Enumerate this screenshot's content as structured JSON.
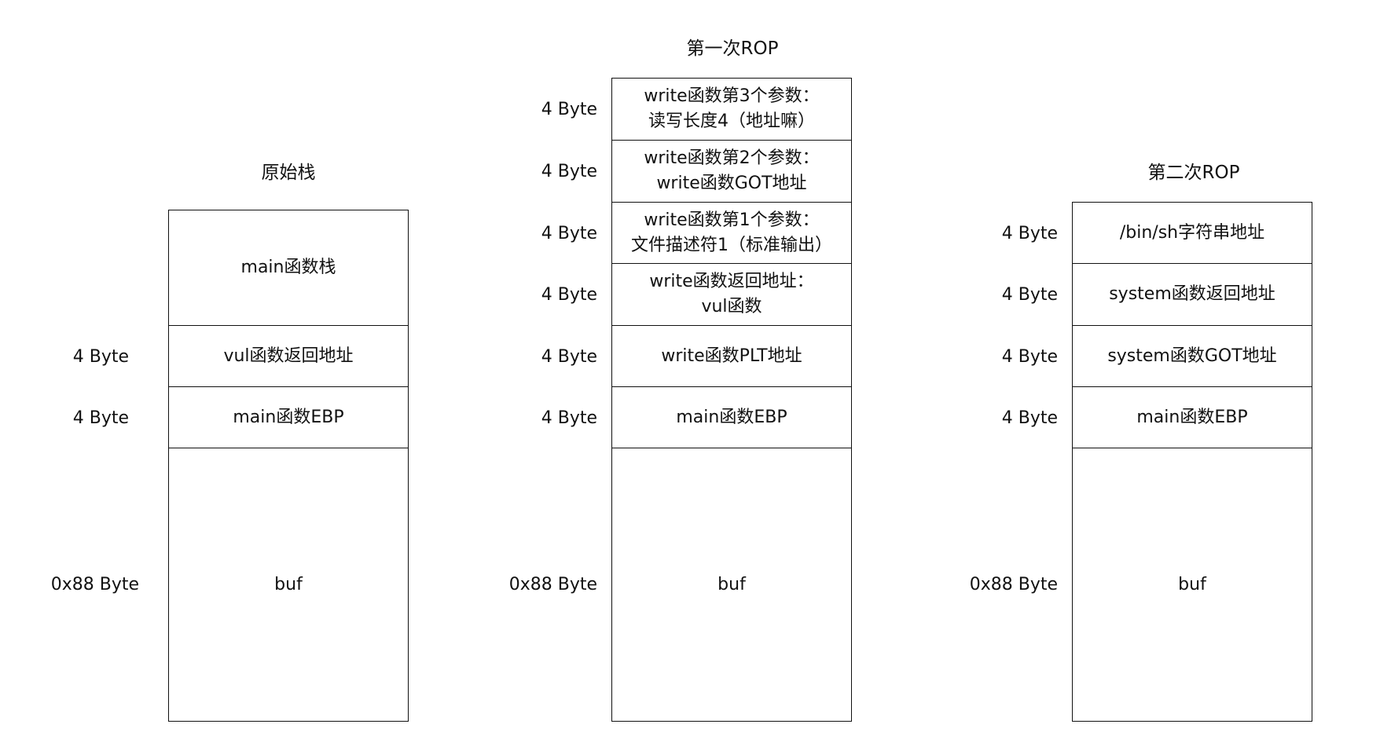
{
  "stacks": [
    {
      "title": "原始栈",
      "cells": [
        {
          "text": "main函数栈",
          "size": ""
        },
        {
          "text": "vul函数返回地址",
          "size": "4 Byte"
        },
        {
          "text": "main函数EBP",
          "size": "4 Byte"
        },
        {
          "text": "buf",
          "size": "0x88 Byte"
        }
      ]
    },
    {
      "title": "第一次ROP",
      "cells": [
        {
          "text": "write函数第3个参数：\n读写长度4（地址嘛）",
          "size": "4 Byte"
        },
        {
          "text": "write函数第2个参数：\nwrite函数GOT地址",
          "size": "4 Byte"
        },
        {
          "text": "write函数第1个参数：\n文件描述符1（标准输出）",
          "size": "4 Byte"
        },
        {
          "text": "write函数返回地址：\nvul函数",
          "size": "4 Byte"
        },
        {
          "text": "write函数PLT地址",
          "size": "4 Byte"
        },
        {
          "text": "main函数EBP",
          "size": "4 Byte"
        },
        {
          "text": "buf",
          "size": "0x88 Byte"
        }
      ]
    },
    {
      "title": "第二次ROP",
      "cells": [
        {
          "text": "/bin/sh字符串地址",
          "size": "4 Byte"
        },
        {
          "text": "system函数返回地址",
          "size": "4 Byte"
        },
        {
          "text": "system函数GOT地址",
          "size": "4 Byte"
        },
        {
          "text": "main函数EBP",
          "size": "4 Byte"
        },
        {
          "text": "buf",
          "size": "0x88 Byte"
        }
      ]
    }
  ]
}
